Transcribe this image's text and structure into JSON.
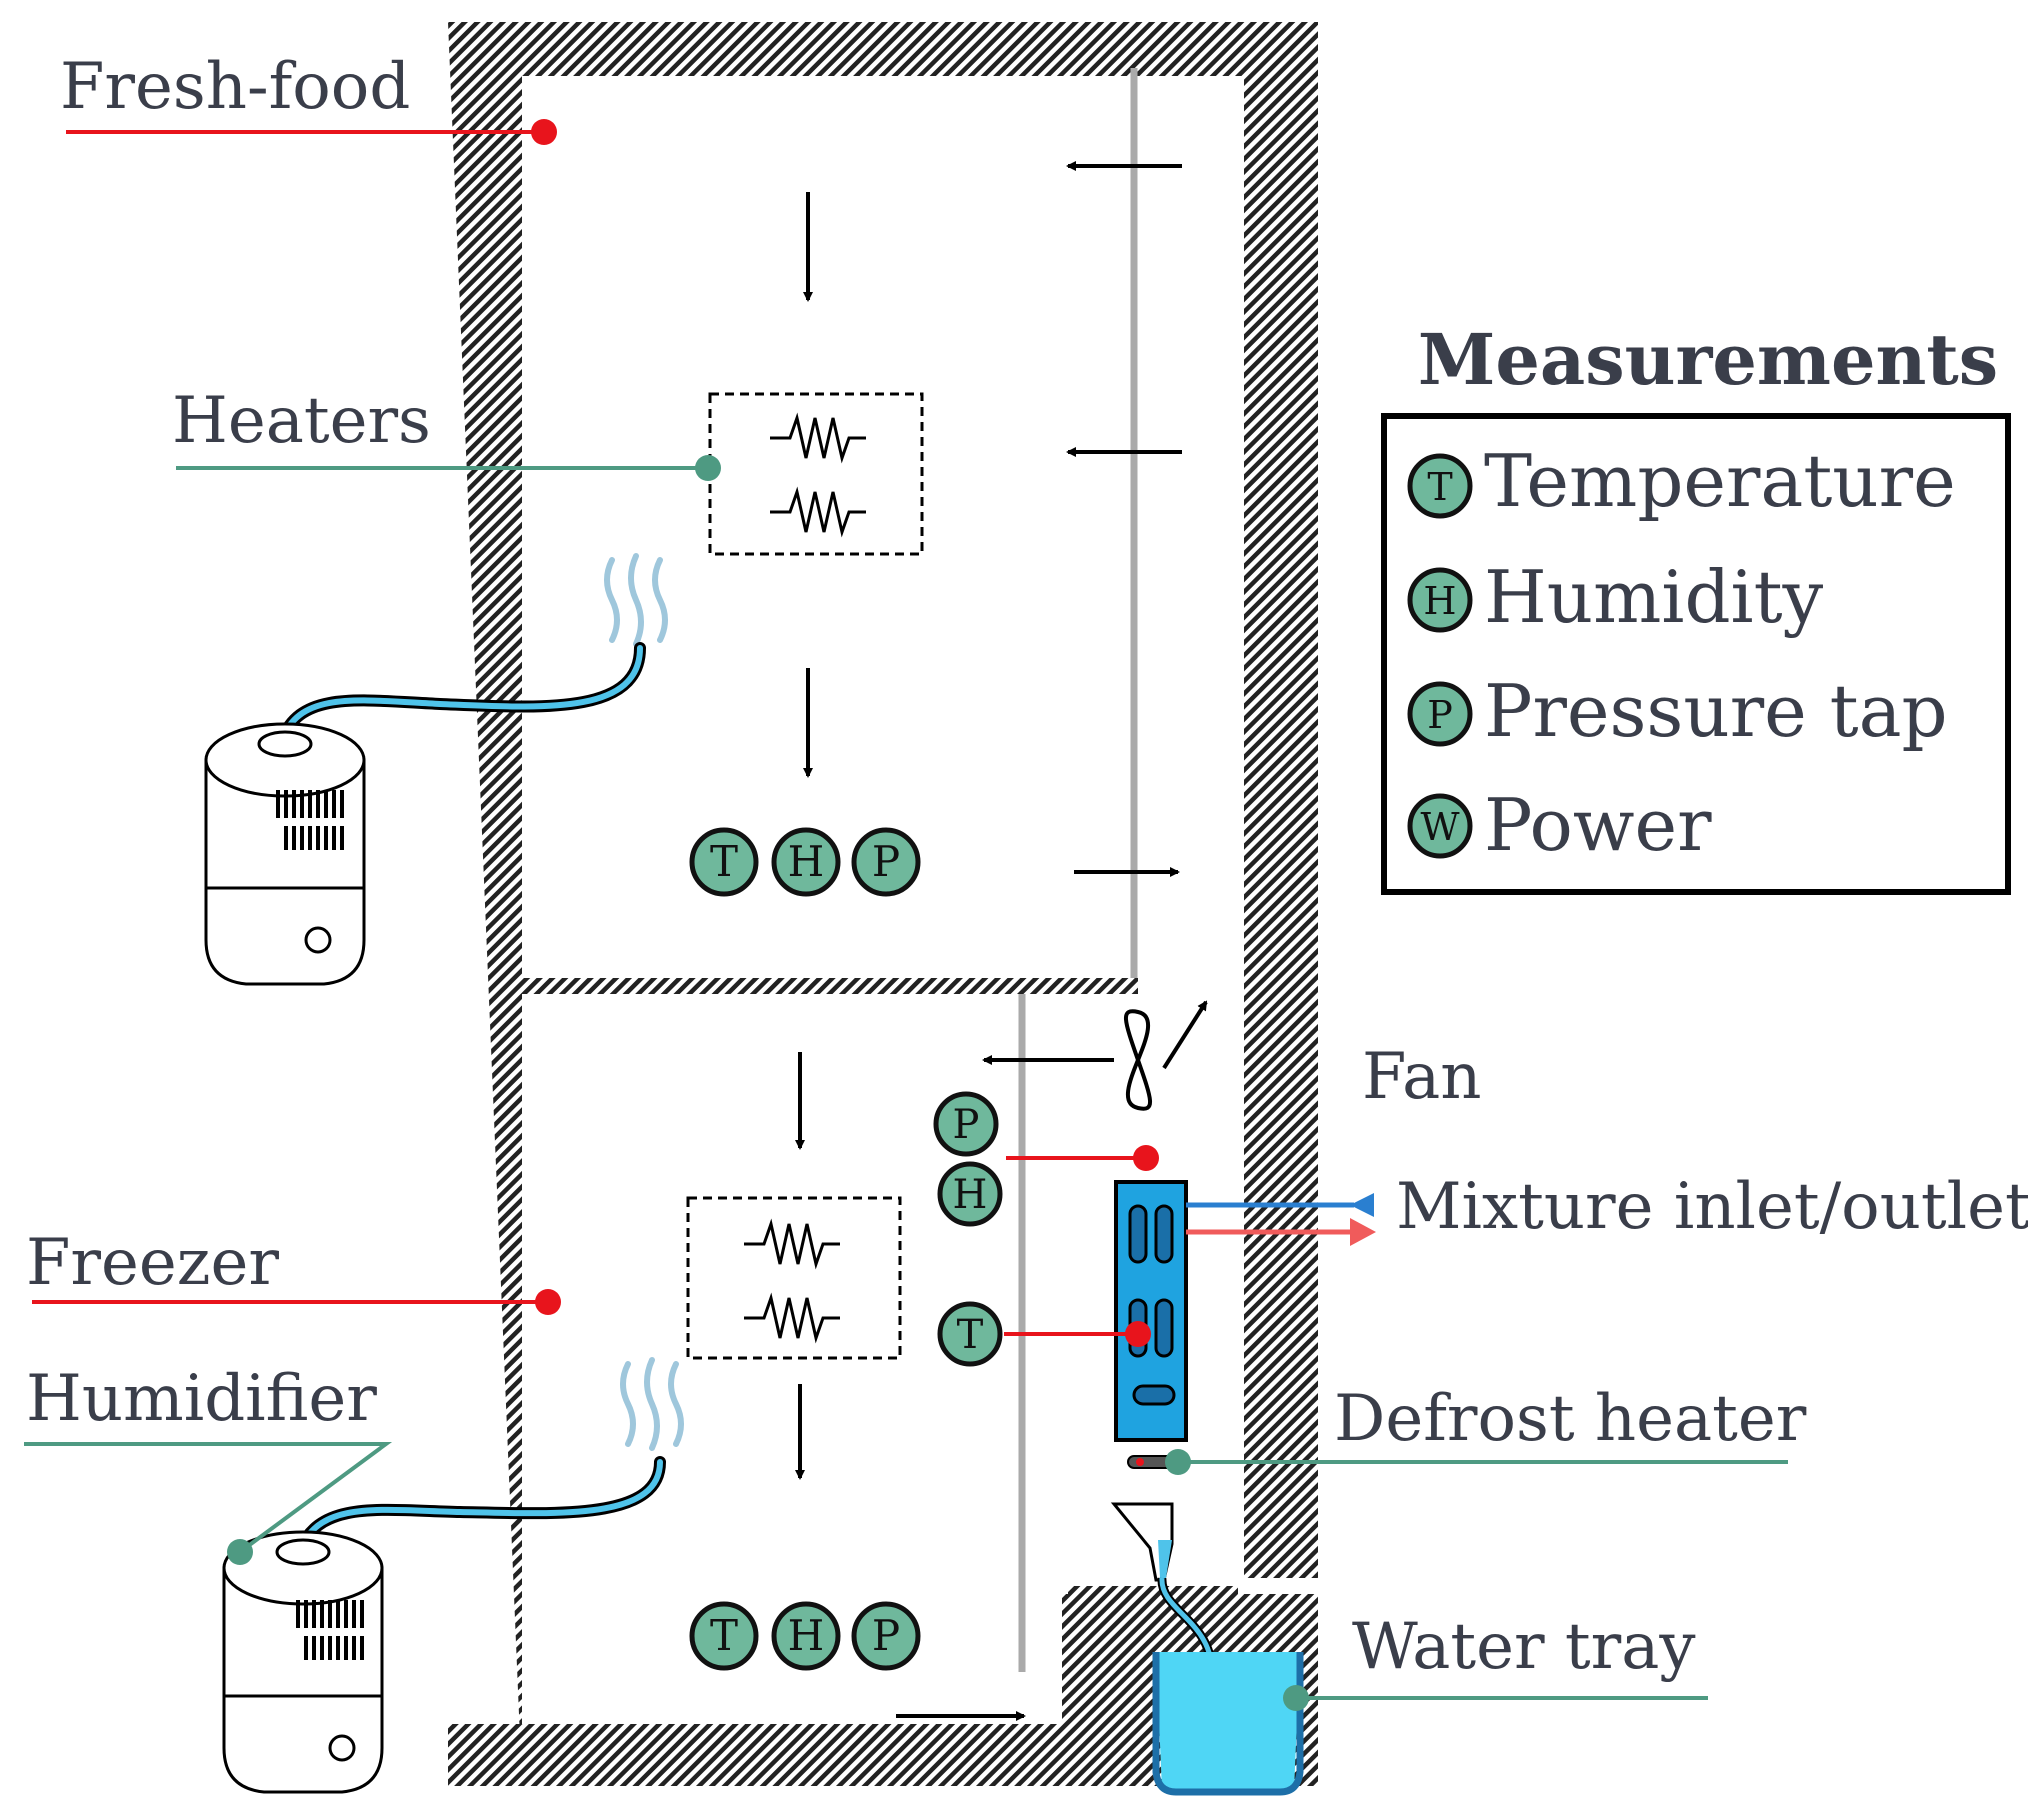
{
  "labels": {
    "fresh_food": "Fresh-food",
    "heaters": "Heaters",
    "freezer": "Freezer",
    "humidifier": "Humidifier",
    "fan": "Fan",
    "mixture": "Mixture inlet/outlet",
    "defrost": "Defrost heater",
    "water_tray": "Water tray"
  },
  "legend": {
    "title": "Measurements",
    "items": [
      {
        "symbol": "T",
        "label": "Temperature"
      },
      {
        "symbol": "H",
        "label": "Humidity"
      },
      {
        "symbol": "P",
        "label": "Pressure tap"
      },
      {
        "symbol": "W",
        "label": "Power"
      }
    ]
  },
  "sensors": {
    "t": "T",
    "h": "H",
    "p": "P"
  },
  "colors": {
    "sensor_fill": "#6fb89c",
    "fresh_line": "#e8141c",
    "green_line": "#4e9a82",
    "coil": "#1fa3e0",
    "inlet": "#2a7fd0",
    "outlet": "#f05b5b",
    "water": "#4fd6f5",
    "wall": "#222222"
  }
}
